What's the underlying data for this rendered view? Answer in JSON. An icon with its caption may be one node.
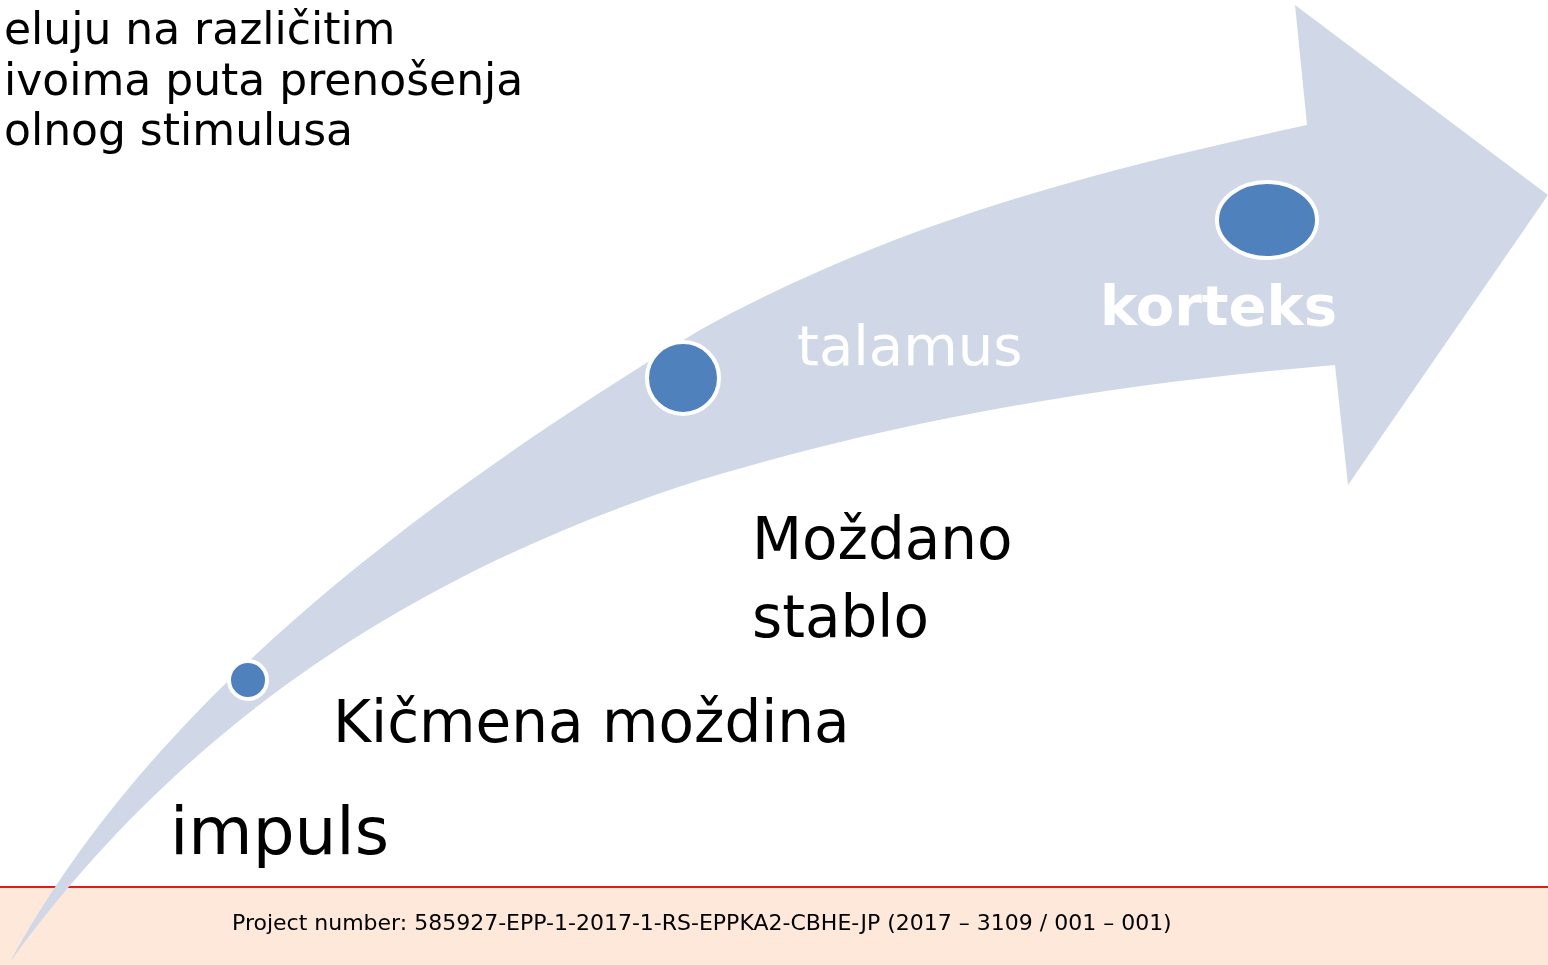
{
  "diagram": {
    "labels": [
      "eluju na različitim ivoima puta prenošenja olnog stimulusa",
      "korteks",
      "talamus",
      "Moždano stablo",
      "Kičmena moždina",
      "impuls",
      "Project number:  585927-EPP-1-2017-1-RS-EPPKA2-CBHE-JP (2017 – 3109 / 001 – 001)"
    ]
  }
}
